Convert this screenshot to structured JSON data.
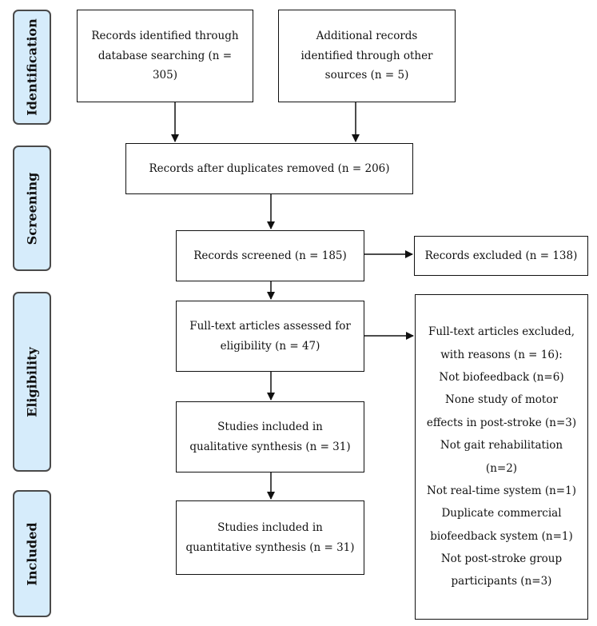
{
  "phases": {
    "identification": "Identification",
    "screening": "Screening",
    "eligibility": "Eligibility",
    "included": "Included"
  },
  "boxes": {
    "db_search": [
      "Records identified through",
      "database searching (n =",
      "305)"
    ],
    "other_sources": [
      "Additional records",
      "identified through other",
      "sources (n = 5)"
    ],
    "duplicates_removed": [
      "Records after duplicates removed (n = 206)"
    ],
    "screened": [
      "Records screened (n = 185)"
    ],
    "excluded": [
      "Records excluded (n = 138)"
    ],
    "full_text": [
      "Full-text articles assessed for",
      "eligibility (n = 47)"
    ],
    "full_text_excluded": [
      "Full-text articles excluded,",
      "with reasons (n = 16):",
      "Not biofeedback (n=6)",
      "None study of motor",
      "effects in post-stroke (n=3)",
      "Not gait rehabilitation",
      "(n=2)",
      "Not real-time system (n=1)",
      "Duplicate commercial",
      "biofeedback system (n=1)",
      "Not post-stroke group",
      "participants (n=3)"
    ],
    "qualitative": [
      "Studies included in",
      "qualitative synthesis (n = 31)"
    ],
    "quantitative": [
      "Studies included in",
      "quantitative synthesis (n = 31)"
    ]
  }
}
